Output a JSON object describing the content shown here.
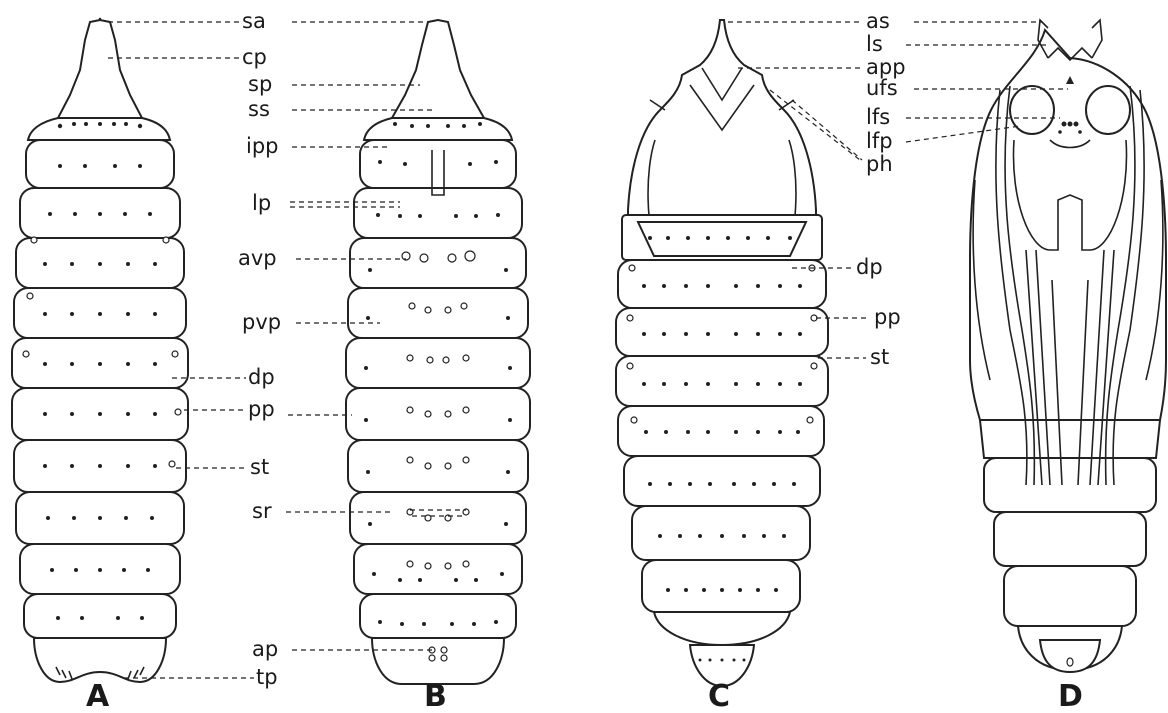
{
  "figure": {
    "panels": [
      {
        "id": "A",
        "label": "A"
      },
      {
        "id": "B",
        "label": "B"
      },
      {
        "id": "C",
        "label": "C"
      },
      {
        "id": "D",
        "label": "D"
      }
    ],
    "labels_ab": [
      "sa",
      "cp",
      "sp",
      "ss",
      "ipp",
      "lp",
      "avp",
      "pvp",
      "dp",
      "pp",
      "st",
      "sr",
      "ap",
      "tp"
    ],
    "labels_cd": [
      "as",
      "ls",
      "app",
      "ufs",
      "lfs",
      "lfp",
      "ph",
      "dp",
      "pp",
      "st"
    ]
  }
}
